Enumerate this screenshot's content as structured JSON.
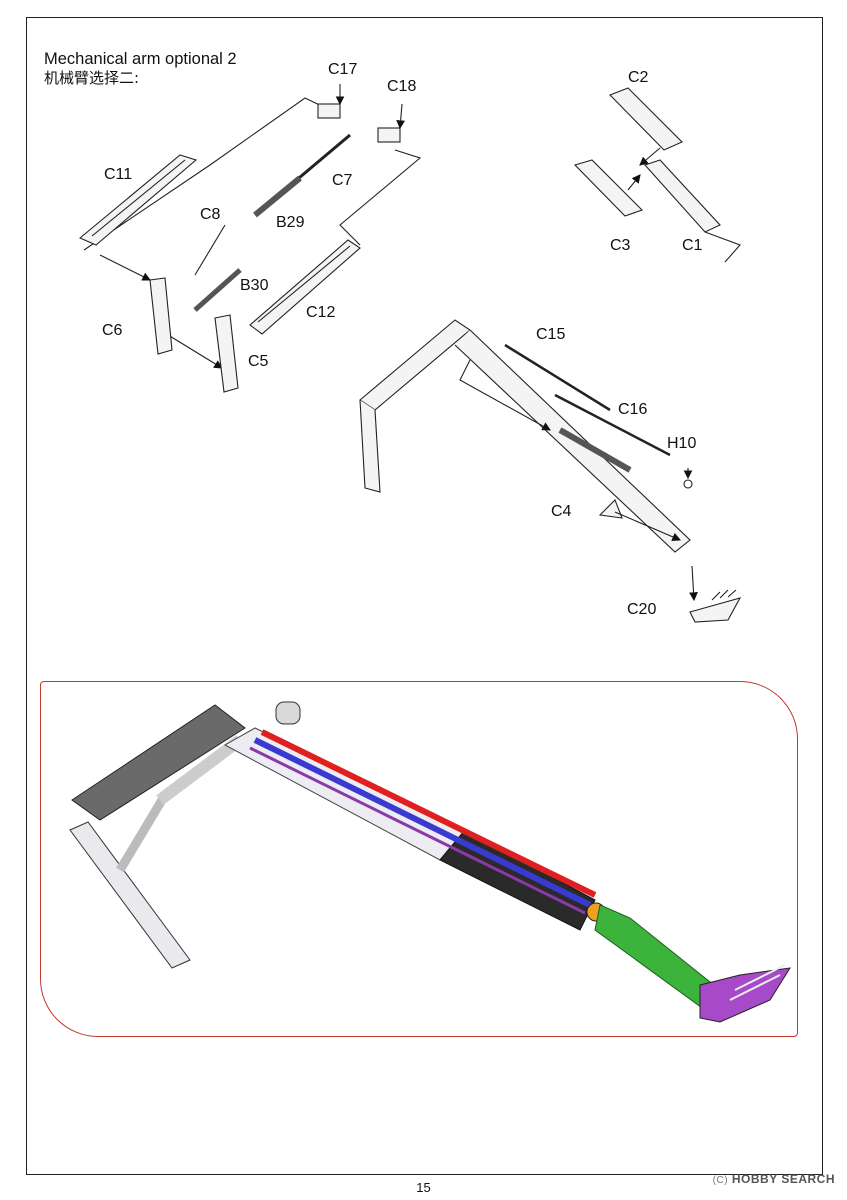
{
  "header": {
    "title_en": "Mechanical arm optional 2",
    "title_zh": "机械臂选择二:"
  },
  "part_labels": {
    "c17": "C17",
    "c18": "C18",
    "c11": "C11",
    "c7": "C7",
    "c8": "C8",
    "b29": "B29",
    "b30": "B30",
    "c12": "C12",
    "c6": "C6",
    "c5": "C5",
    "c2": "C2",
    "c3": "C3",
    "c1": "C1",
    "c15": "C15",
    "c16": "C16",
    "h10": "H10",
    "c4": "C4",
    "c20": "C20"
  },
  "colors": {
    "render_frame": "#c0392b",
    "cylinder_red": "#e02020",
    "cylinder_blue": "#3a3ad0",
    "cylinder_purple": "#8a3aa8",
    "tip_green": "#3cb43c",
    "bucket_violet": "#a64ac9",
    "joint_orange": "#f0a020"
  },
  "footer": {
    "page_number": "15",
    "watermark": "HOBBY SEARCH",
    "watermark_sub": "(C)"
  }
}
